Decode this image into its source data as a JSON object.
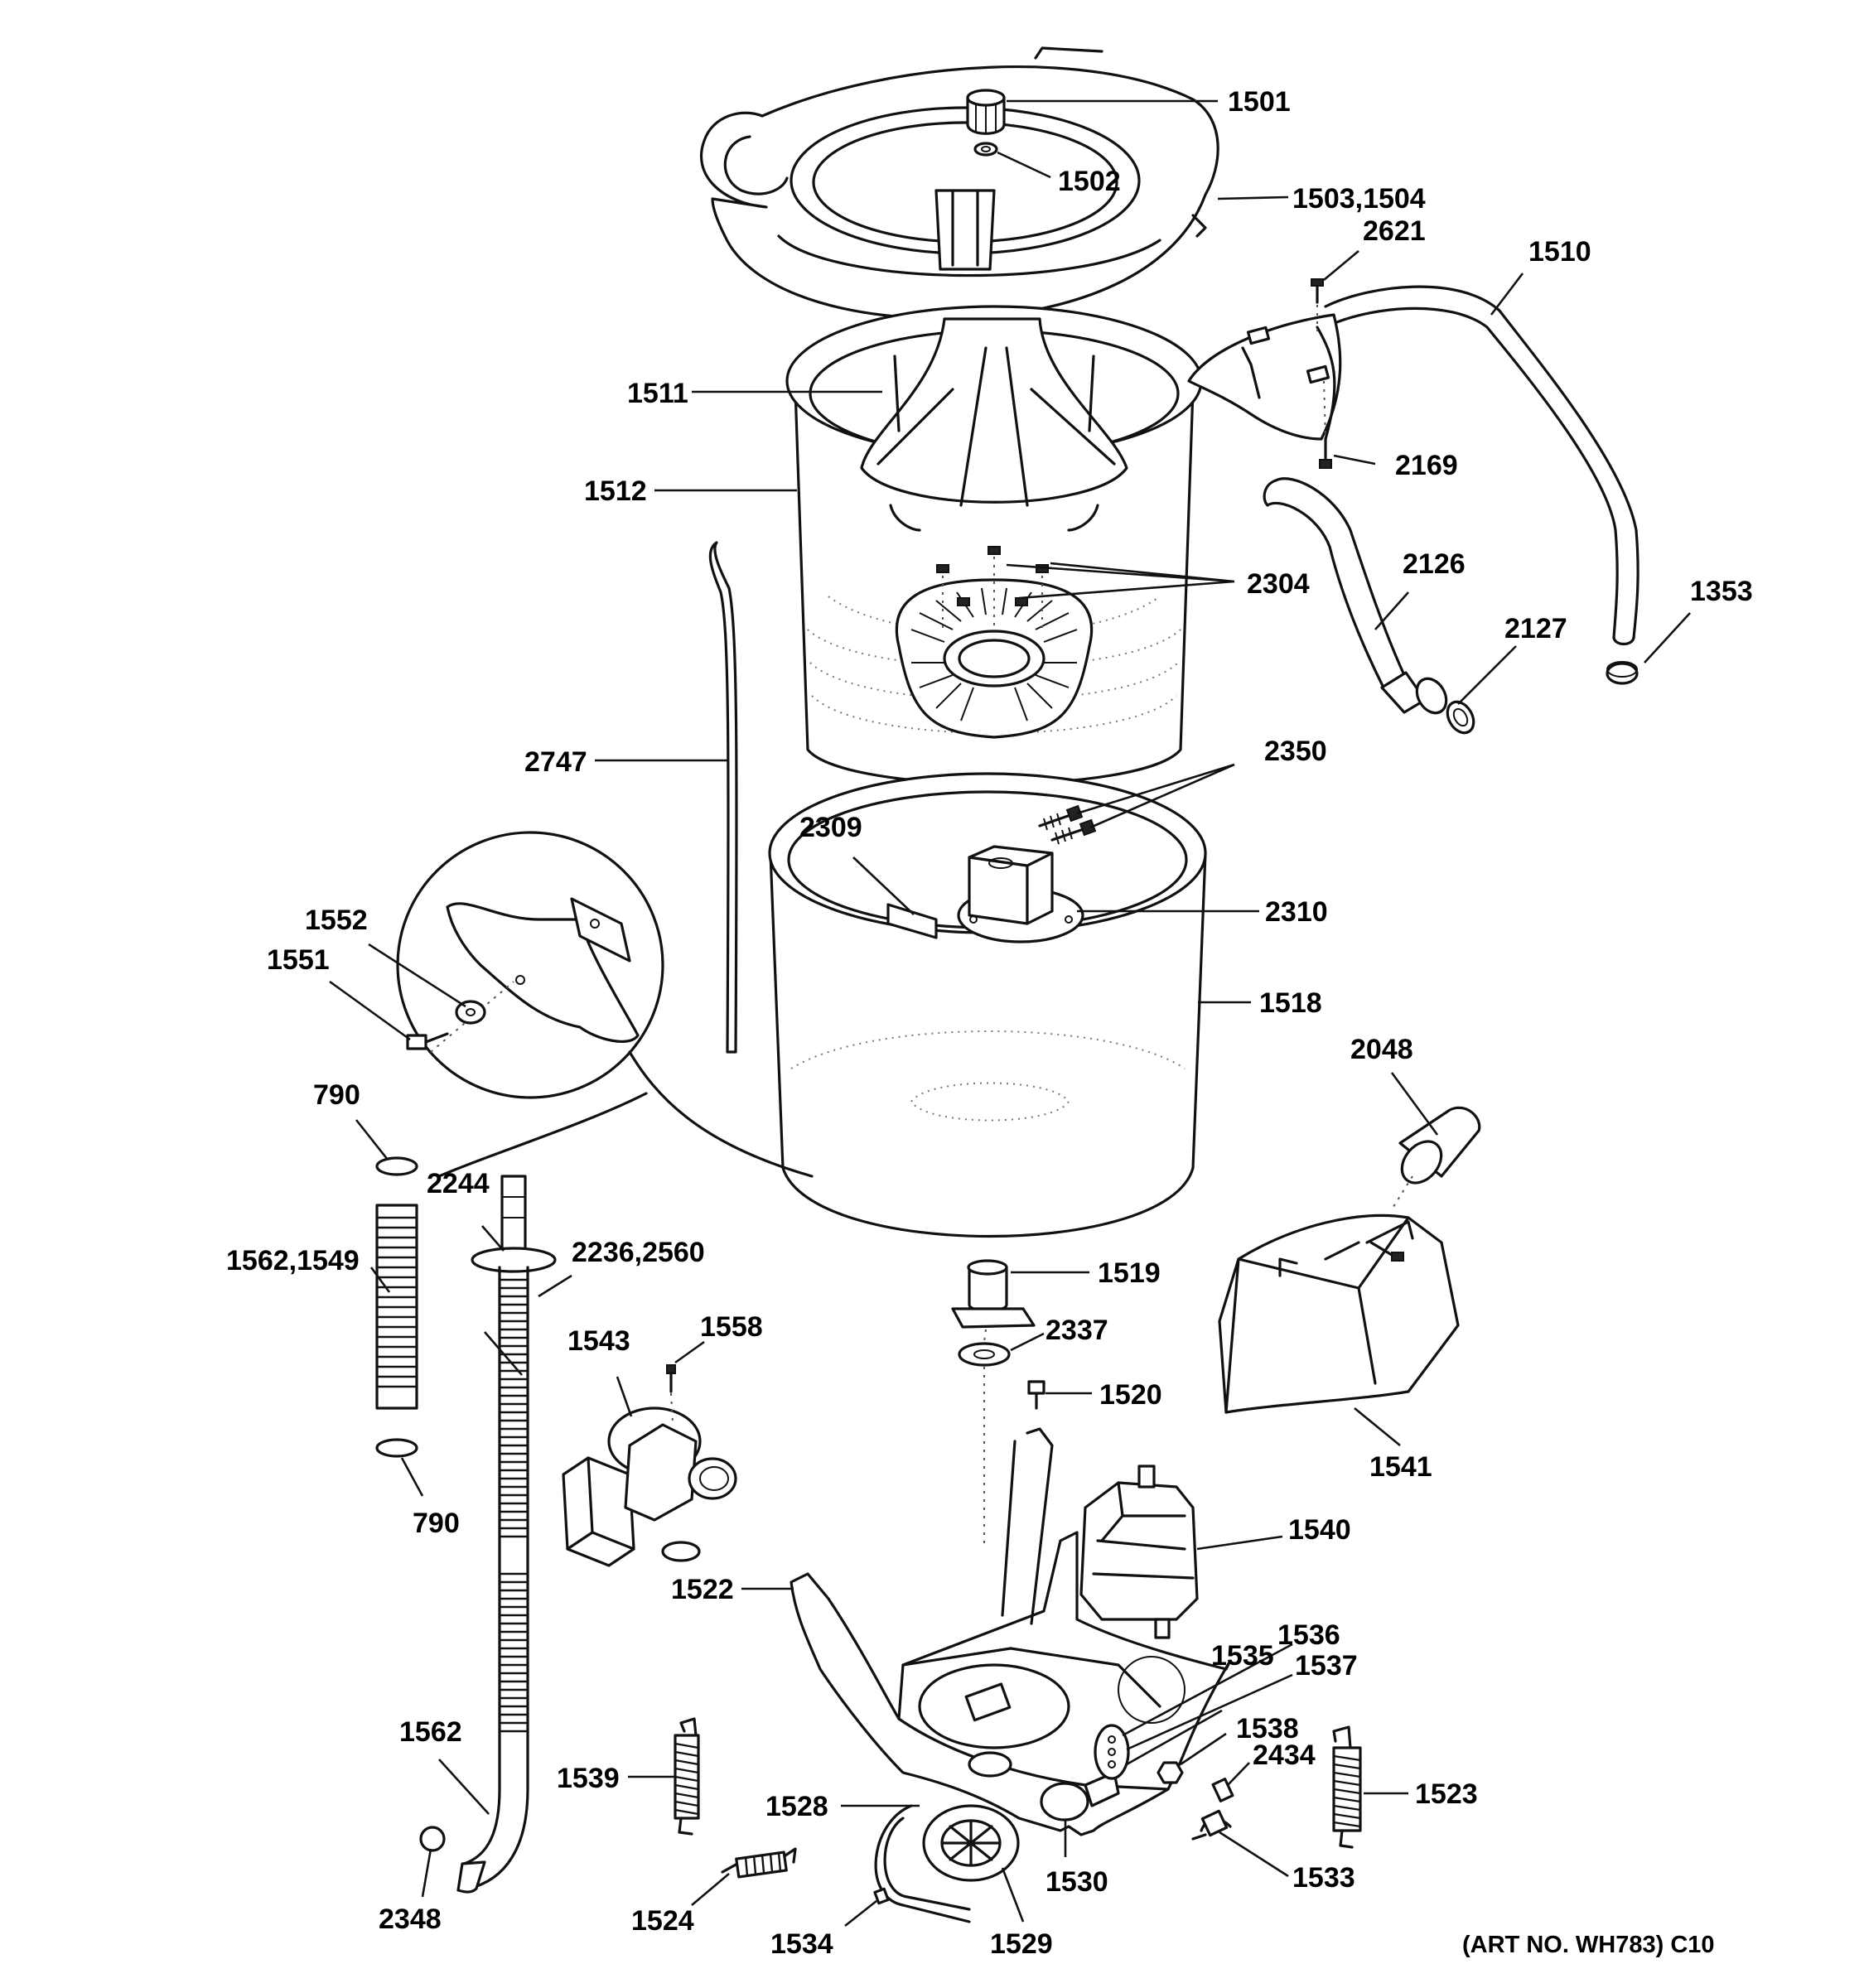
{
  "diagram": {
    "art_number": "(ART NO. WH783) C10",
    "labels": {
      "p1501": "1501",
      "p1502": "1502",
      "p1503": "1503,1504",
      "p2621": "2621",
      "p1510": "1510",
      "p1511": "1511",
      "p2169": "2169",
      "p1512": "1512",
      "p2304": "2304",
      "p2126": "2126",
      "p1353": "1353",
      "p2127": "2127",
      "p2747": "2747",
      "p2350": "2350",
      "p2309": "2309",
      "p2310": "2310",
      "p1552": "1552",
      "p1551": "1551",
      "p1518": "1518",
      "p2048": "2048",
      "p790a": "790",
      "p2244": "2244",
      "p2236": "2236,2560",
      "p1562_1549": "1562,1549",
      "p1519": "1519",
      "p1543": "1543",
      "p1558": "1558",
      "p2337": "2337",
      "p1520": "1520",
      "p1541": "1541",
      "p790b": "790",
      "p1540": "1540",
      "p1522": "1522",
      "p1536": "1536",
      "p1535": "1535",
      "p1537": "1537",
      "p1562": "1562",
      "p1538": "1538",
      "p2434": "2434",
      "p1539": "1539",
      "p1523": "1523",
      "p1528": "1528",
      "p1533": "1533",
      "p1530": "1530",
      "p2348": "2348",
      "p1524": "1524",
      "p1534": "1534",
      "p1529": "1529"
    }
  }
}
